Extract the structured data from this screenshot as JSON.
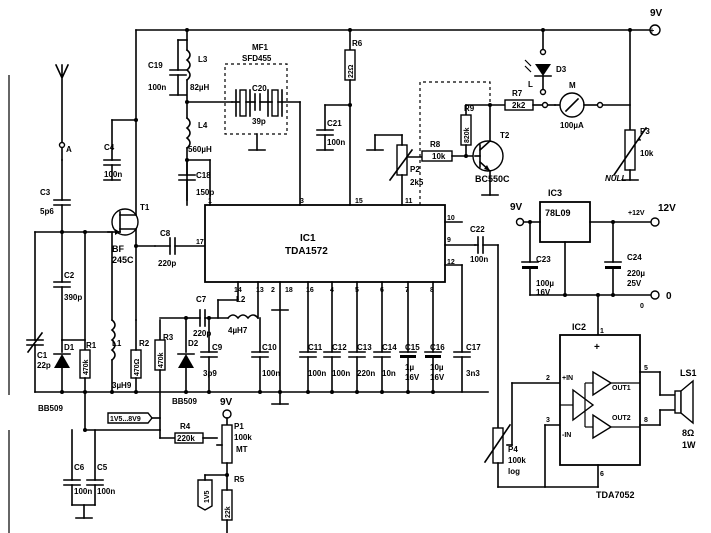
{
  "supply": {
    "v9_top": "9V",
    "v9_ic3": "9V",
    "v9_p1": "9V",
    "plus12v_small": "+12V",
    "v12": "12V",
    "gnd0_small": "0",
    "gnd0": "0"
  },
  "antenna": {
    "a": "A"
  },
  "ic1": {
    "name": "IC1",
    "part": "TDA1572",
    "pins": {
      "p1": "1",
      "p3": "3",
      "p15": "15",
      "p11": "11",
      "p17": "17",
      "p10": "10",
      "p9": "9",
      "p12": "12",
      "p14": "14",
      "p13": "13",
      "p2": "2",
      "p18": "18",
      "p16": "16",
      "p4": "4",
      "p5": "5",
      "p6": "6",
      "p7": "7",
      "p8": "8"
    }
  },
  "ic2": {
    "name": "IC2",
    "part": "TDA7052",
    "plus": "+",
    "in_plus": "+IN",
    "in_minus": "-IN",
    "out1": "OUT1",
    "out2": "OUT2",
    "p1": "1",
    "p2": "2",
    "p3": "3",
    "p5": "5",
    "p6": "6",
    "p8": "8"
  },
  "ic3": {
    "name": "IC3",
    "part": "78L09"
  },
  "mf1": {
    "name": "MF1",
    "part": "SFD455"
  },
  "t1": {
    "name": "T1",
    "part1": "BF",
    "part2": "245C"
  },
  "t2": {
    "name": "T2",
    "part": "BC550C"
  },
  "meter": {
    "name": "M",
    "value": "100µA"
  },
  "d3": {
    "name": "D3",
    "l": "L"
  },
  "d1": {
    "name": "D1",
    "part": "BB509"
  },
  "d2": {
    "name": "D2",
    "part": "BB509"
  },
  "ls1": {
    "name": "LS1",
    "value1": "8Ω",
    "value2": "1W"
  },
  "capacitors": {
    "c1": {
      "name": "C1",
      "value": "22p"
    },
    "c2": {
      "name": "C2",
      "value": "390p"
    },
    "c3": {
      "name": "C3",
      "value": "5p6"
    },
    "c4": {
      "name": "C4",
      "value": "100n"
    },
    "c5": {
      "name": "C5",
      "value": "100n"
    },
    "c6": {
      "name": "C6",
      "value": "100n"
    },
    "c7": {
      "name": "C7",
      "value": "220p"
    },
    "c8": {
      "name": "C8",
      "value": "220p"
    },
    "c9": {
      "name": "C9",
      "value": "3p9"
    },
    "c10": {
      "name": "C10",
      "value": "100n"
    },
    "c11": {
      "name": "C11",
      "value": "100n"
    },
    "c12": {
      "name": "C12",
      "value": "100n"
    },
    "c13": {
      "name": "C13",
      "value": "220n"
    },
    "c14": {
      "name": "C14",
      "value": "10n"
    },
    "c15": {
      "name": "C15",
      "value1": "1µ",
      "value2": "16V"
    },
    "c16": {
      "name": "C16",
      "value1": "10µ",
      "value2": "16V"
    },
    "c17": {
      "name": "C17",
      "value": "3n3"
    },
    "c18": {
      "name": "C18",
      "value": "150p"
    },
    "c19": {
      "name": "C19",
      "value": "100n"
    },
    "c20": {
      "name": "C20",
      "value": "39p"
    },
    "c21": {
      "name": "C21",
      "value": "100n"
    },
    "c22": {
      "name": "C22",
      "value": "100n"
    },
    "c23": {
      "name": "C23",
      "value1": "100µ",
      "value2": "16V"
    },
    "c24": {
      "name": "C24",
      "value1": "220µ",
      "value2": "25V"
    }
  },
  "resistors": {
    "r1": {
      "name": "R1",
      "value": "470k"
    },
    "r2": {
      "name": "R2",
      "value": "470Ω"
    },
    "r3": {
      "name": "R3",
      "value": "470k"
    },
    "r4": {
      "name": "R4",
      "value": "220k"
    },
    "r5": {
      "name": "R5",
      "value": "22k"
    },
    "r6": {
      "name": "R6",
      "value": "22Ω"
    },
    "r7": {
      "name": "R7",
      "value": "2k2"
    },
    "r8": {
      "name": "R8",
      "value": "10k"
    },
    "r9": {
      "name": "R9",
      "value": "820k"
    }
  },
  "pots": {
    "p1": {
      "name": "P1",
      "value": "100k",
      "mt": "MT"
    },
    "p2": {
      "name": "P2",
      "value": "2k5"
    },
    "p3": {
      "name": "P3",
      "value": "10k",
      "star": "*",
      "null": "NULL"
    },
    "p4": {
      "name": "P4",
      "value": "100k",
      "log": "log"
    }
  },
  "inductors": {
    "l1": {
      "name": "L1",
      "value": "3µH9"
    },
    "l2": {
      "name": "L2",
      "value": "4µH7"
    },
    "l3": {
      "name": "L3",
      "value": "82µH"
    },
    "l4": {
      "name": "L4",
      "value": "560µH"
    }
  },
  "tags": {
    "v_range": "1V5...8V9",
    "v_15": "1V5"
  }
}
